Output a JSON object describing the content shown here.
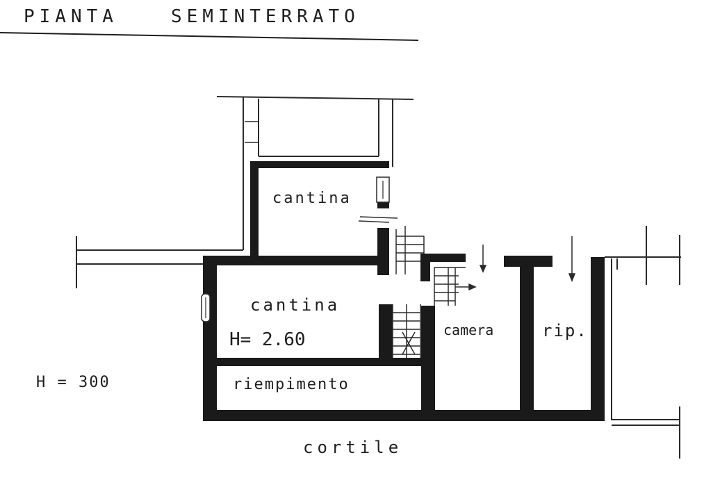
{
  "title": {
    "left": "PIANTA",
    "right": "SEMINTERRATO"
  },
  "rooms": {
    "cantina_top": "cantina",
    "cantina_main": "cantina",
    "height_note": "H= 2.60",
    "riempimento": "riempimento",
    "camera": "camera",
    "rip": "rip."
  },
  "height_level": "H = 300",
  "courtyard": "cortile",
  "colors": {
    "ink": "#1e1e1e",
    "paper": "#ffffff"
  }
}
